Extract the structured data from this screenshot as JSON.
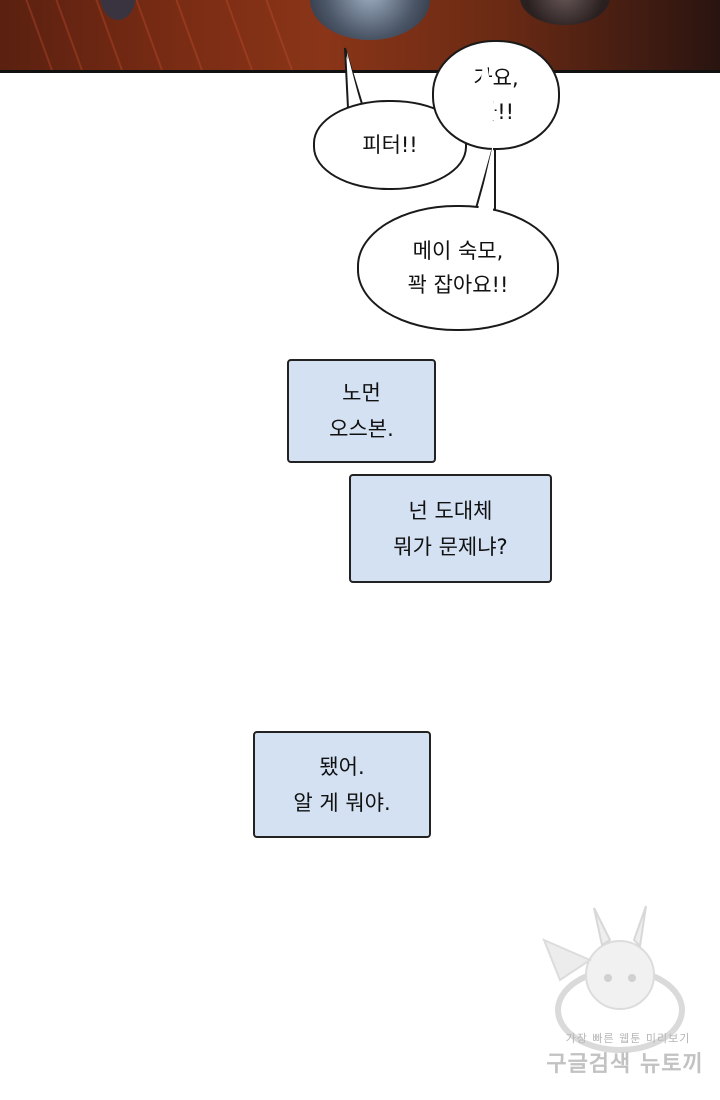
{
  "bubbles": {
    "go": "가요,\n가!!",
    "peter": "피터!!",
    "may": "메이 숙모,\n꽉 잡아요!!"
  },
  "captions": {
    "norman": "노먼\n오스본.",
    "problem": "넌 도대체\n뭐가 문제냐?",
    "enough": "됐어.\n알 게 뭐야."
  },
  "watermark": {
    "small": "가장 빠른 웹툰 미리보기",
    "big": "구글검색 뉴토끼"
  }
}
